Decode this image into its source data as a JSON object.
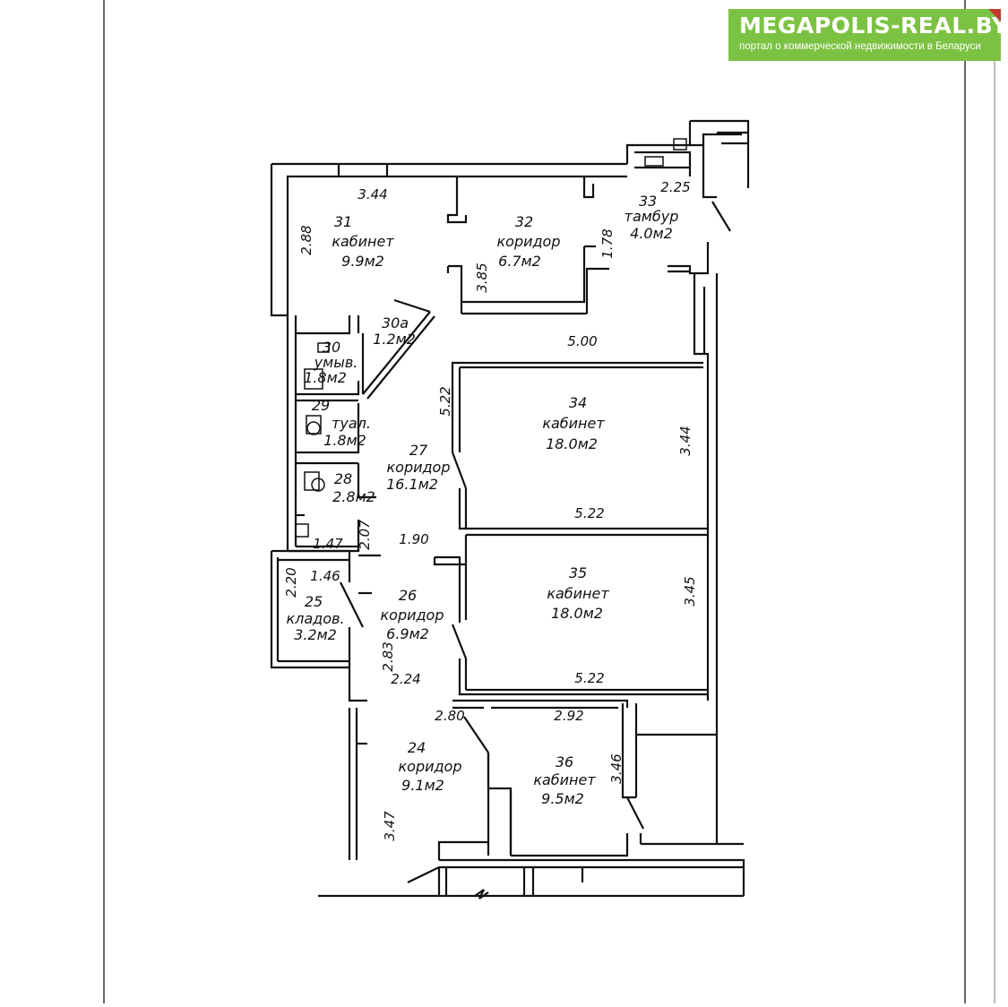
{
  "logo": {
    "name": "MEGAPOLIS-REAL.BY",
    "tagline": "портал о коммерческой недвижимости в Беларуси"
  },
  "rooms": [
    {
      "number": "31",
      "name": "кабинет",
      "area": "9.9м2"
    },
    {
      "number": "32",
      "name": "коридор",
      "area": "6.7м2"
    },
    {
      "number": "33",
      "name": "тамбур",
      "area": "4.0м2"
    },
    {
      "number": "30а",
      "name": "",
      "area": "1.2м2"
    },
    {
      "number": "30",
      "name": "умыв.",
      "area": "1.8м2"
    },
    {
      "number": "29",
      "name": "туал.",
      "area": "1.8м2"
    },
    {
      "number": "28",
      "name": "",
      "area": "2.8м2"
    },
    {
      "number": "27",
      "name": "коридор",
      "area": "16.1м2"
    },
    {
      "number": "34",
      "name": "кабинет",
      "area": "18.0м2"
    },
    {
      "number": "35",
      "name": "кабинет",
      "area": "18.0м2"
    },
    {
      "number": "25",
      "name": "кладов.",
      "area": "3.2м2"
    },
    {
      "number": "26",
      "name": "коридор",
      "area": "6.9м2"
    },
    {
      "number": "24",
      "name": "коридор",
      "area": "9.1м2"
    },
    {
      "number": "36",
      "name": "кабинет",
      "area": "9.5м2"
    }
  ],
  "dimensions": [
    "3.44",
    "2.88",
    "3.85",
    "1.78",
    "2.25",
    "5.00",
    "5.22",
    "3.44",
    "5.22",
    "2.07",
    "1.47",
    "1.90",
    "2.20",
    "1.46",
    "3.45",
    "5.22",
    "2.83",
    "2.24",
    "2.80",
    "2.92",
    "3.46",
    "3.47"
  ]
}
